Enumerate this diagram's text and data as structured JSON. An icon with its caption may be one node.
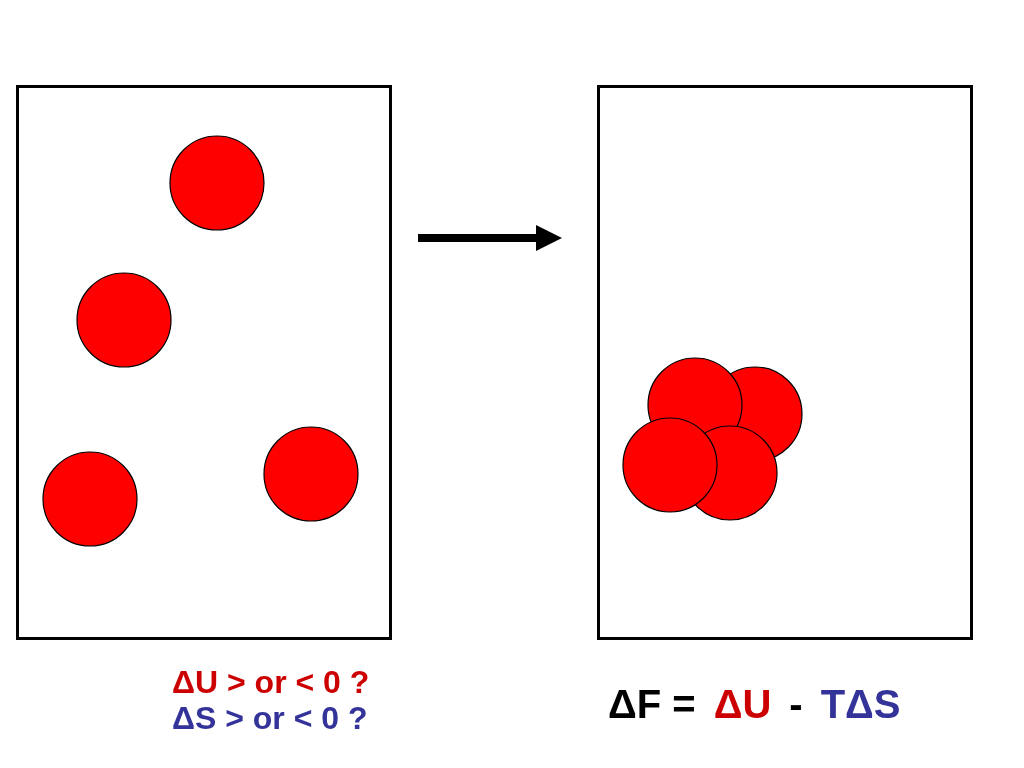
{
  "diagram": {
    "nodes": [
      {
        "text": [],
        "shape": "box"
      },
      {
        "text": [],
        "shape": "box"
      }
    ],
    "edges": [
      {
        "from": 0,
        "to": 1,
        "arrow": "to"
      }
    ],
    "labels": [
      "ΔU > or < 0 ?",
      "ΔS > or < 0 ?",
      "ΔF =",
      "ΔU",
      "-",
      "TΔS"
    ]
  }
}
